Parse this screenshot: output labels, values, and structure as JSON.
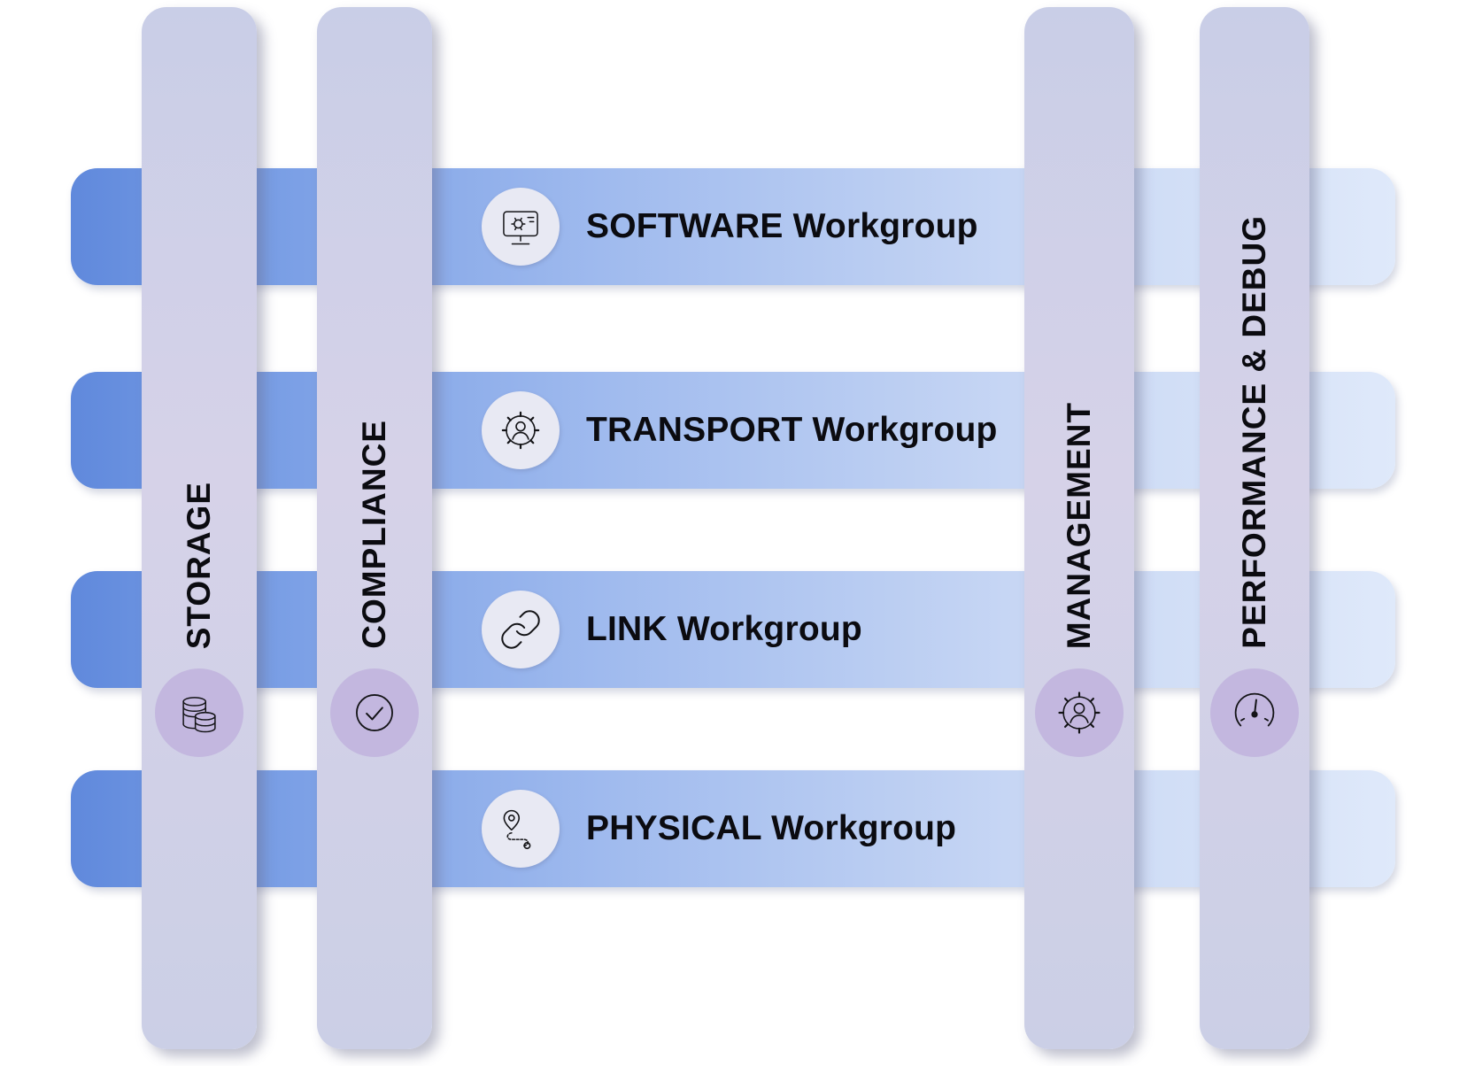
{
  "diagram": {
    "rows": [
      {
        "label": "SOFTWARE Workgroup",
        "icon": "monitor-gear-icon"
      },
      {
        "label": "TRANSPORT Workgroup",
        "icon": "gear-person-icon"
      },
      {
        "label": "LINK Workgroup",
        "icon": "chain-link-icon"
      },
      {
        "label": "PHYSICAL Workgroup",
        "icon": "route-icon"
      }
    ],
    "columns": [
      {
        "label": "STORAGE",
        "icon": "coins-icon"
      },
      {
        "label": "COMPLIANCE",
        "icon": "check-circle-icon"
      },
      {
        "label": "MANAGEMENT",
        "icon": "gear-person-icon"
      },
      {
        "label": "PERFORMANCE & DEBUG",
        "icon": "gauge-icon"
      }
    ]
  },
  "colors": {
    "background": "#ffffff",
    "bar-blue-start": "#6089dc",
    "bar-blue-end": "#dfe9fa",
    "pillar-lavender": "#d6d2e8",
    "pillar-circle": "#c3b7df",
    "row-circle": "#e8e9f3",
    "icon-stroke": "#141417",
    "label-color": "#0b0b10"
  }
}
